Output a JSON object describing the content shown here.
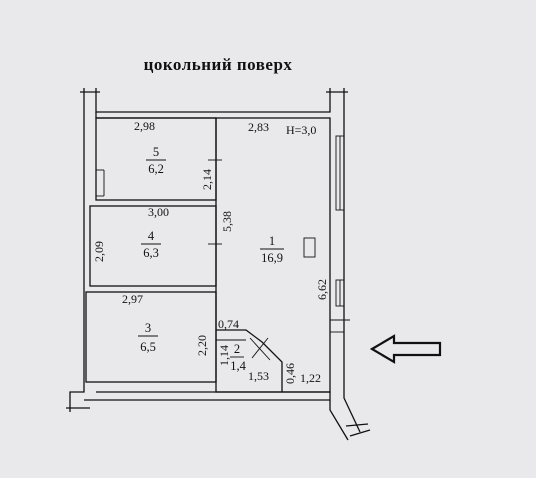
{
  "title": "цокольний поверх",
  "height_label": "H=3,0",
  "dimensions": {
    "d_2_98": "2,98",
    "d_2_83": "2,83",
    "d_2_14": "2,14",
    "d_5_38": "5,38",
    "d_3_00": "3,00",
    "d_2_09": "2,09",
    "d_2_97": "2,97",
    "d_2_20": "2,20",
    "d_0_74": "0,74",
    "d_1_14": "1,14",
    "d_1_53": "1,53",
    "d_0_46": "0,46",
    "d_1_22": "1,22",
    "d_6_62": "6,62"
  },
  "rooms": [
    {
      "number": "5",
      "area": "6,2"
    },
    {
      "number": "4",
      "area": "6,3"
    },
    {
      "number": "3",
      "area": "6,5"
    },
    {
      "number": "1",
      "area": "16,9"
    },
    {
      "number": "2",
      "area": "1,4"
    }
  ],
  "entrance_arrow": {
    "direction": "left"
  }
}
